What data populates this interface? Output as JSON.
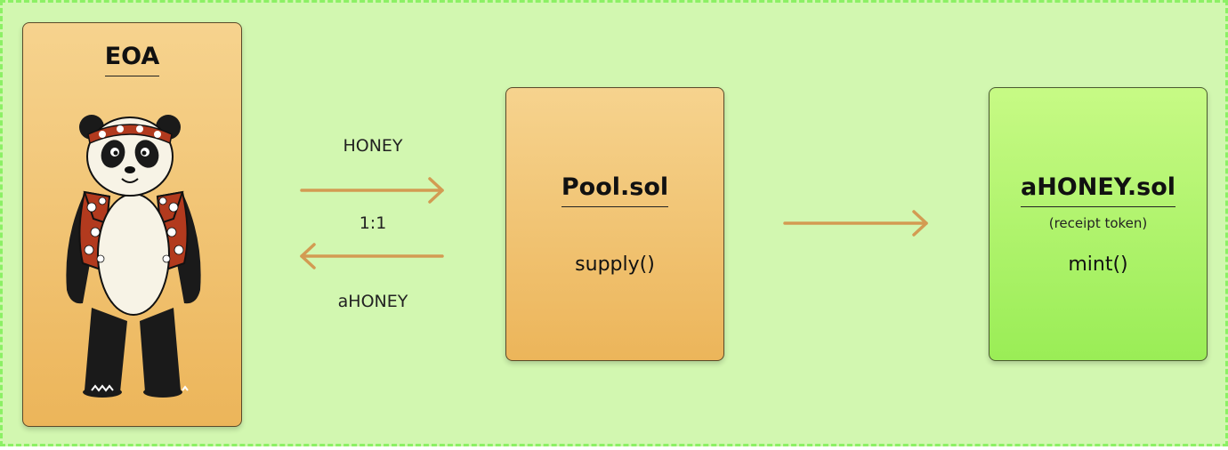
{
  "eoa": {
    "title": "EOA",
    "avatar_icon": "panda-icon"
  },
  "pool": {
    "title": "Pool.sol",
    "method": "supply()"
  },
  "ahoney": {
    "title": "aHONEY.sol",
    "subtitle": "(receipt token)",
    "method": "mint()"
  },
  "flow": {
    "send_label": "HONEY",
    "ratio_label": "1:1",
    "return_label": "aHONEY"
  },
  "colors": {
    "background": "#d2f7b0",
    "border": "#8cf065",
    "arrow": "#d39b52",
    "orange_card_top": "#f6d38e",
    "orange_card_bottom": "#ecb55a",
    "green_card_top": "#c7fa85",
    "green_card_bottom": "#9aed56"
  }
}
